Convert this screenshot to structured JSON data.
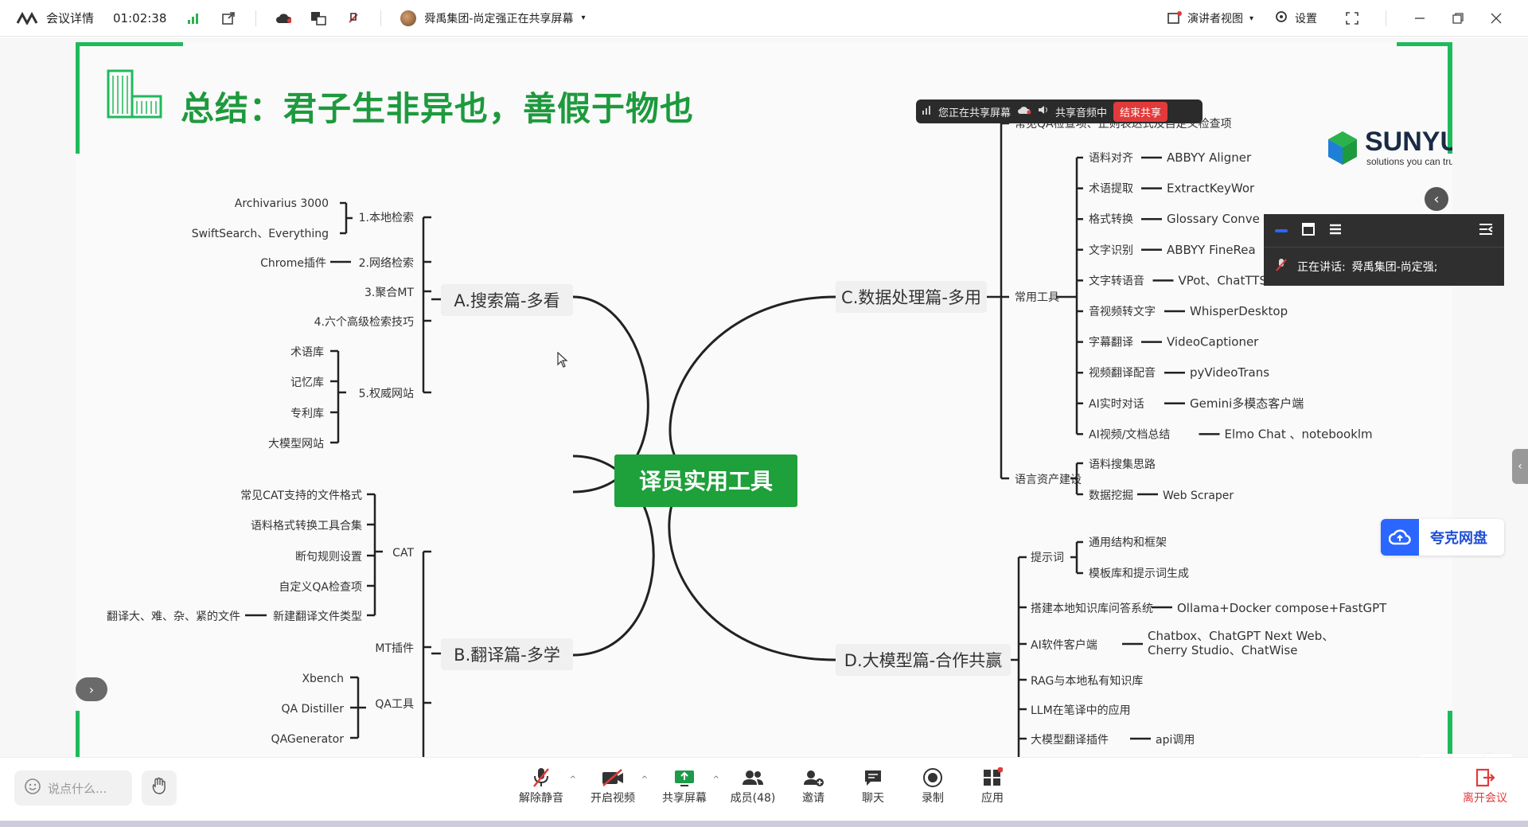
{
  "topbar": {
    "meeting_details": "会议详情",
    "elapsed": "01:02:38",
    "sharer_status": "舜禹集团-尚定强正在共享屏幕",
    "speaker_view": "演讲者视图",
    "settings": "设置"
  },
  "share_pill": {
    "sharing": "您正在共享屏幕",
    "audio_sharing": "共享音频中",
    "end_share": "结束共享"
  },
  "slide": {
    "title": "总结：君子生非异也，善假于物也",
    "brand": {
      "name": "SUNYU",
      "tagline": "solutions you can trust"
    },
    "center": "译员实用工具",
    "branches": {
      "A": "A.搜索篇-多看",
      "B": "B.翻译篇-多学",
      "C": "C.数据处理篇-多用",
      "D": "D.大模型篇-合作共赢"
    },
    "A_nodes": {
      "local": "1.本地检索",
      "local_items": [
        "Archivarius 3000",
        "SwiftSearch、Everything"
      ],
      "web": "2.网络检索",
      "web_item": "Chrome插件",
      "mt": "3.聚合MT",
      "tips": "4.六个高级检索技巧",
      "auth": "5.权威网站",
      "auth_items": [
        "术语库",
        "记忆库",
        "专利库",
        "大模型网站"
      ]
    },
    "B_nodes": {
      "cat": "CAT",
      "cat_items": [
        "常见CAT支持的文件格式",
        "语料格式转换工具合集",
        "断句规则设置",
        "自定义QA检查项",
        "新建翻译文件类型"
      ],
      "cat_sub": "翻译大、难、杂、紧的文件",
      "mt_plugin": "MT插件",
      "qa": "QA工具",
      "qa_items": [
        "Xbench",
        "QA Distiller",
        "QAGenerator"
      ]
    },
    "C_nodes": {
      "qa_check": "常见QA检查项、正则表达式及自定义检查项",
      "tools": "常用工具",
      "tool_items": [
        {
          "k": "语料对齐",
          "v": "ABBYY Aligner"
        },
        {
          "k": "术语提取",
          "v": "ExtractKeyWor"
        },
        {
          "k": "格式转换",
          "v": "Glossary Conve"
        },
        {
          "k": "文字识别",
          "v": "ABBYY FineRea"
        },
        {
          "k": "文字转语音",
          "v": "VPot、ChatTTS、GPT-SoVITS"
        },
        {
          "k": "音视频转文字",
          "v": "WhisperDesktop"
        },
        {
          "k": "字幕翻译",
          "v": "VideoCaptioner"
        },
        {
          "k": "视频翻译配音",
          "v": "pyVideoTrans"
        },
        {
          "k": "AI实时对话",
          "v": "Gemini多模态客户端"
        },
        {
          "k": "AI视频/文档总结",
          "v": "Elmo Chat 、notebooklm"
        }
      ],
      "assets": "语言资产建设",
      "asset_items": [
        {
          "k": "语料搜集思路",
          "v": ""
        },
        {
          "k": "数据挖掘",
          "v": "Web Scraper"
        }
      ]
    },
    "D_nodes": {
      "prompt": "提示词",
      "prompt_items": [
        "通用结构和框架",
        "模板库和提示词生成"
      ],
      "kb": "搭建本地知识库问答系统",
      "kb_val": "Ollama+Docker compose+FastGPT",
      "client": "AI软件客户端",
      "client_val1": "Chatbox、ChatGPT Next Web、",
      "client_val2": "Cherry Studio、ChatWise",
      "rag": "RAG与本地私有知识库",
      "llm": "LLM在笔译中的应用",
      "plugin": "大模型翻译插件",
      "plugin_val": "api调用"
    }
  },
  "minipanel": {
    "speaking_label": "正在讲话:",
    "speaker": "舜禹集团-尚定强;"
  },
  "kuake": "夸克网盘",
  "annotate": "批注",
  "bottombar": {
    "chat_placeholder": "说点什么...",
    "unmute": "解除静音",
    "video": "开启视频",
    "share": "共享屏幕",
    "members": "成员(48)",
    "invite": "邀请",
    "chat": "聊天",
    "record": "录制",
    "apps": "应用",
    "leave": "离开会议"
  },
  "colors": {
    "brand_green": "#1d9a3d",
    "center_green": "#1ea03a",
    "accent_blue": "#2a66ff",
    "danger": "#e23a3a"
  }
}
